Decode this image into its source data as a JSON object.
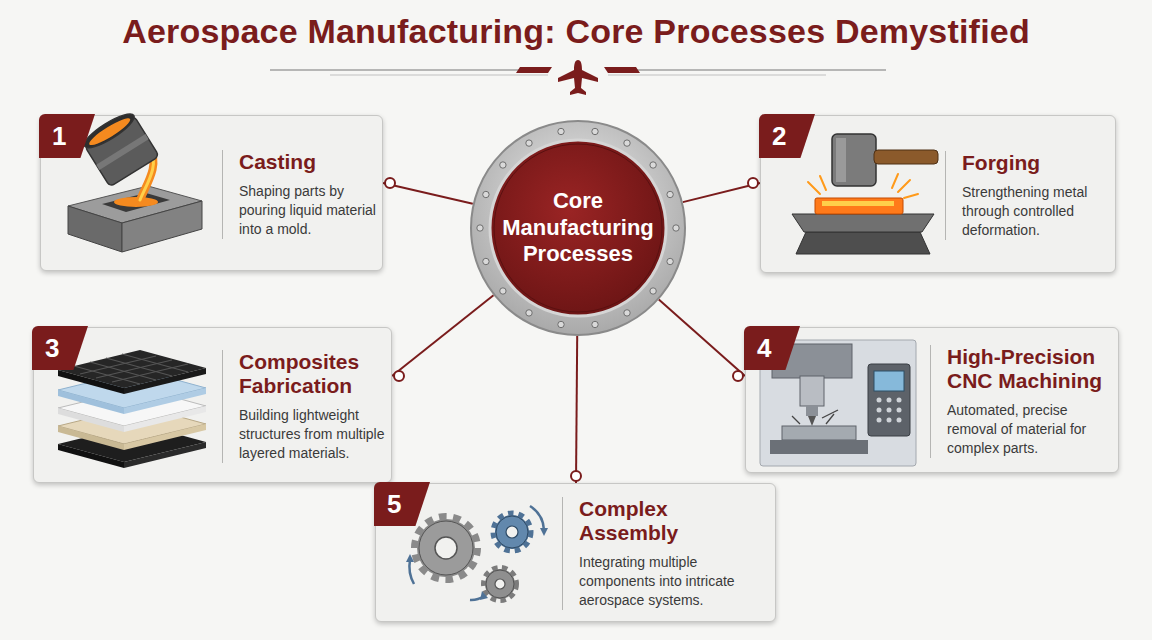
{
  "diagram": {
    "title": "Aerospace Manufacturing: Core Processes Demystified",
    "nodes": [
      {
        "text": [
          "Core Manufacturing Processes"
        ]
      },
      {
        "text": [
          "1",
          "Casting",
          "Shaping parts by pouring liquid material into a mold."
        ]
      },
      {
        "text": [
          "2",
          "Forging",
          "Strengthening metal through controlled deformation."
        ]
      },
      {
        "text": [
          "3",
          "Composites Fabrication",
          "Building lightweight structures from multiple layered materials."
        ]
      },
      {
        "text": [
          "4",
          "High-Precision CNC Machining",
          "Automated, precise removal of material for complex parts."
        ]
      },
      {
        "text": [
          "5",
          "Complex Assembly",
          "Integrating multiple components into intricate aerospace systems."
        ]
      }
    ],
    "edges": [
      {
        "from": 0,
        "to": 1,
        "arrow": "none"
      },
      {
        "from": 0,
        "to": 2,
        "arrow": "none"
      },
      {
        "from": 0,
        "to": 3,
        "arrow": "none"
      },
      {
        "from": 0,
        "to": 4,
        "arrow": "none"
      },
      {
        "from": 0,
        "to": 5,
        "arrow": "none"
      }
    ]
  }
}
